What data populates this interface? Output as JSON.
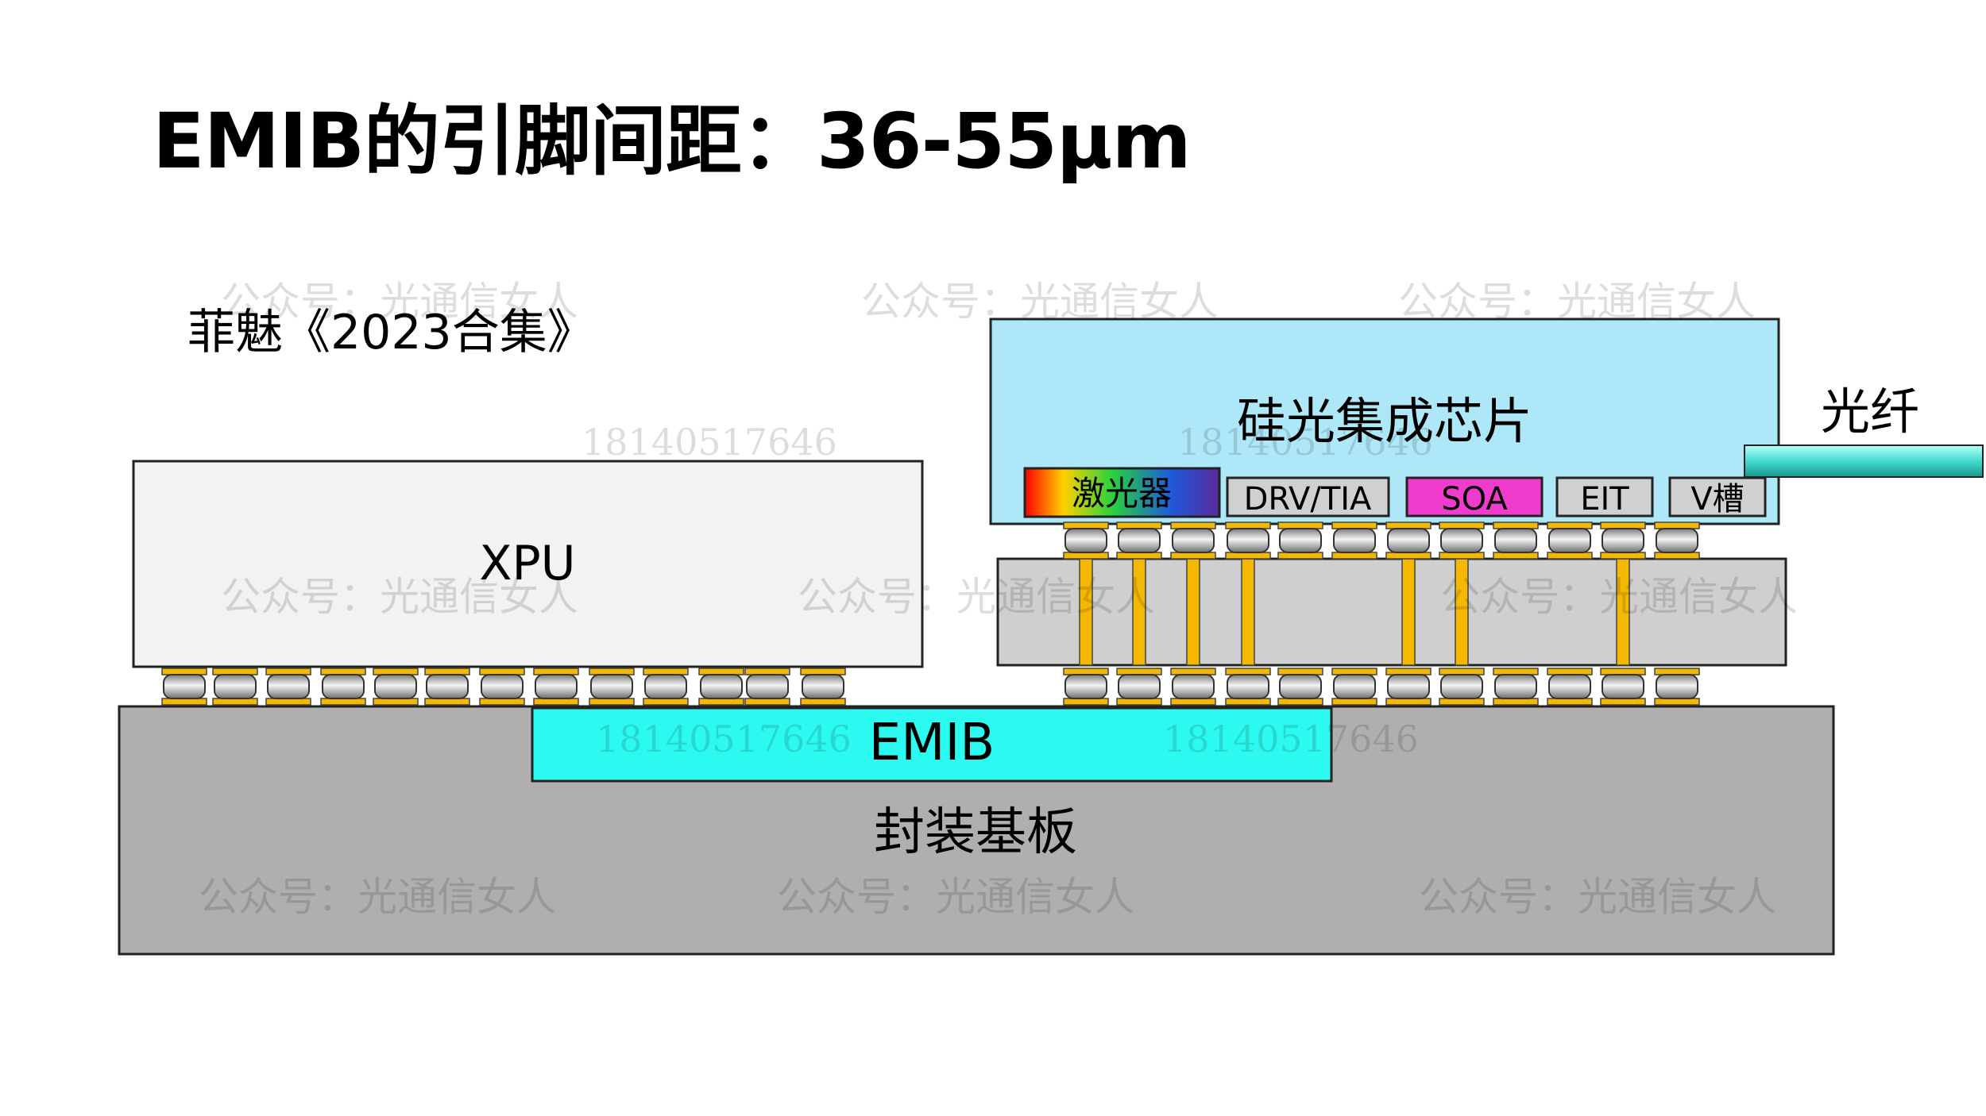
{
  "title": "EMIB的引脚间距：36-55μm",
  "subtitle": "菲魅《2023合集》",
  "labels": {
    "xpu": "XPU",
    "silicon_photonics_chip": "硅光集成芯片",
    "fiber": "光纤",
    "emib": "EMIB",
    "substrate": "封装基板"
  },
  "components": {
    "laser": "激光器",
    "drv_tia": "DRV/TIA",
    "soa": "SOA",
    "eit": "EIT",
    "v_groove": "V槽"
  },
  "watermarks": {
    "account": "公众号：光通信女人",
    "phone": "18140517646"
  },
  "colors": {
    "xpu_fill": "#f2f2f2",
    "sipho_fill": "#aee8f8",
    "interposer_fill": "#cfcfcf",
    "emib_fill": "#2cfaf0",
    "substrate_fill": "#b0aeae",
    "soa_fill": "#f03ccc",
    "via_gold": "#f5b800",
    "fiber_fill": "#44dcd0"
  }
}
